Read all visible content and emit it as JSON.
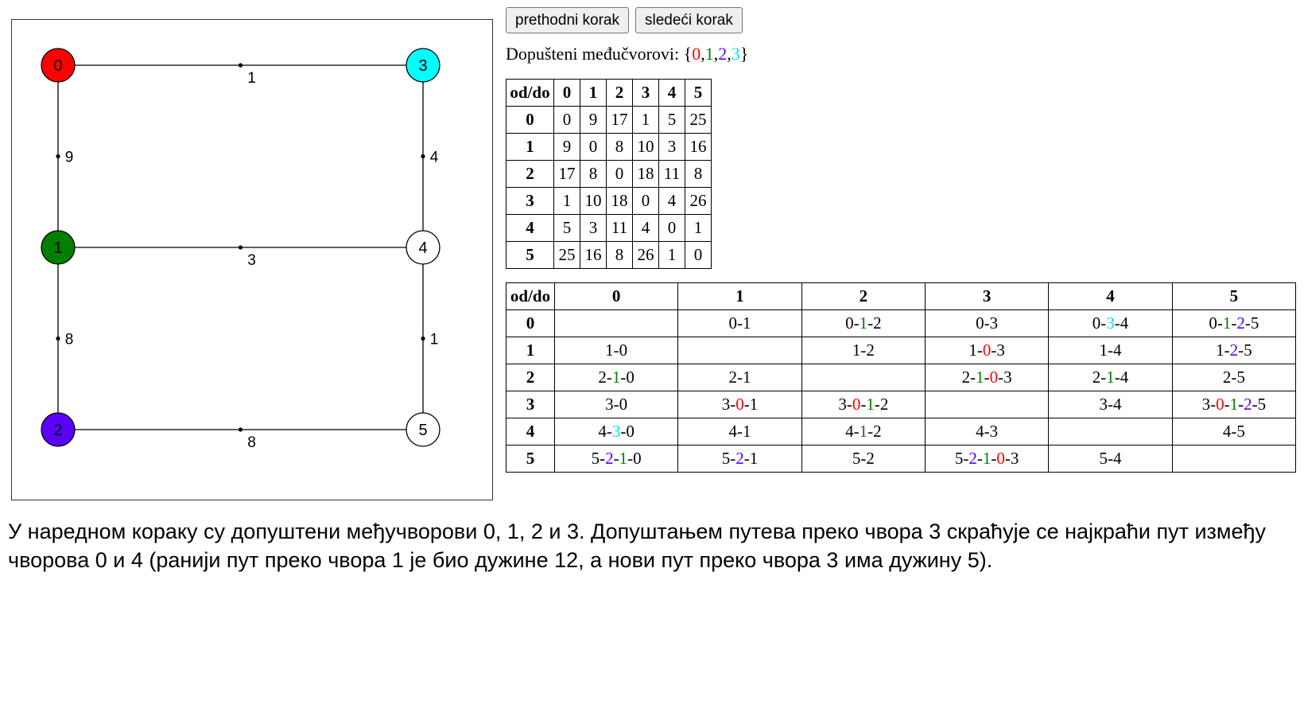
{
  "controls": {
    "prev_label": "prethodni korak",
    "next_label": "sledeći korak"
  },
  "allowed": {
    "label": "Dopušteni međučvorovi:",
    "open": "{",
    "close": "}",
    "separator": ",",
    "nodes": [
      "0",
      "1",
      "2",
      "3"
    ]
  },
  "colors": {
    "0": "#ff0000",
    "1": "#008000",
    "2": "#5b00ff",
    "3": "#00e5ee"
  },
  "graph": {
    "nodes": [
      {
        "id": "0",
        "fill": "#ff0000"
      },
      {
        "id": "1",
        "fill": "#008000"
      },
      {
        "id": "2",
        "fill": "#5b00ff"
      },
      {
        "id": "3",
        "fill": "#00ffff"
      },
      {
        "id": "4",
        "fill": "#ffffff"
      },
      {
        "id": "5",
        "fill": "#ffffff"
      }
    ],
    "edges": [
      {
        "from": "0",
        "to": "3",
        "weight": "1"
      },
      {
        "from": "0",
        "to": "1",
        "weight": "9"
      },
      {
        "from": "3",
        "to": "4",
        "weight": "4"
      },
      {
        "from": "1",
        "to": "4",
        "weight": "3"
      },
      {
        "from": "1",
        "to": "2",
        "weight": "8"
      },
      {
        "from": "4",
        "to": "5",
        "weight": "1"
      },
      {
        "from": "2",
        "to": "5",
        "weight": "8"
      }
    ]
  },
  "dist_table": {
    "corner": "od/do",
    "headers": [
      "0",
      "1",
      "2",
      "3",
      "4",
      "5"
    ],
    "rows": [
      {
        "label": "0",
        "cells": [
          "0",
          "9",
          "17",
          "1",
          "5",
          "25"
        ]
      },
      {
        "label": "1",
        "cells": [
          "9",
          "0",
          "8",
          "10",
          "3",
          "16"
        ]
      },
      {
        "label": "2",
        "cells": [
          "17",
          "8",
          "0",
          "18",
          "11",
          "8"
        ]
      },
      {
        "label": "3",
        "cells": [
          "1",
          "10",
          "18",
          "0",
          "4",
          "26"
        ]
      },
      {
        "label": "4",
        "cells": [
          "5",
          "3",
          "11",
          "4",
          "0",
          "1"
        ]
      },
      {
        "label": "5",
        "cells": [
          "25",
          "16",
          "8",
          "26",
          "1",
          "0"
        ]
      }
    ]
  },
  "path_table": {
    "corner": "od/do",
    "headers": [
      "0",
      "1",
      "2",
      "3",
      "4",
      "5"
    ],
    "rows": [
      {
        "label": "0",
        "cells": [
          "",
          "0-1",
          "0-1-2",
          "0-3",
          "0-3-4",
          "0-1-2-5"
        ]
      },
      {
        "label": "1",
        "cells": [
          "1-0",
          "",
          "1-2",
          "1-0-3",
          "1-4",
          "1-2-5"
        ]
      },
      {
        "label": "2",
        "cells": [
          "2-1-0",
          "2-1",
          "",
          "2-1-0-3",
          "2-1-4",
          "2-5"
        ]
      },
      {
        "label": "3",
        "cells": [
          "3-0",
          "3-0-1",
          "3-0-1-2",
          "",
          "3-4",
          "3-0-1-2-5"
        ]
      },
      {
        "label": "4",
        "cells": [
          "4-3-0",
          "4-1",
          "4-1-2",
          "4-3",
          "",
          "4-5"
        ]
      },
      {
        "label": "5",
        "cells": [
          "5-2-1-0",
          "5-2-1",
          "5-2",
          "5-2-1-0-3",
          "5-4",
          ""
        ]
      }
    ]
  },
  "explanation": "У наредном кораку су допуштени међучворови 0, 1, 2 и 3. Допуштањем путева преко чвора 3 скраћује се најкраћи пут између чворова 0 и 4 (ранији пут преко чвора 1 је био дужине 12, а нови пут преко чвора 3 има дужину 5)."
}
